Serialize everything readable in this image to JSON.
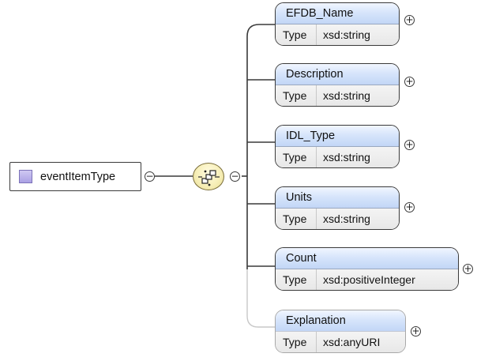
{
  "root": {
    "name": "eventItemType"
  },
  "type_label": "Type",
  "elements": [
    {
      "name": "EFDB_Name",
      "type": "xsd:string",
      "optional": false
    },
    {
      "name": "Description",
      "type": "xsd:string",
      "optional": false
    },
    {
      "name": "IDL_Type",
      "type": "xsd:string",
      "optional": false
    },
    {
      "name": "Units",
      "type": "xsd:string",
      "optional": false
    },
    {
      "name": "Count",
      "type": "xsd:positiveInteger",
      "optional": false
    },
    {
      "name": "Explanation",
      "type": "xsd:anyURI",
      "optional": true
    }
  ],
  "toggles": {
    "collapse": "−",
    "expand": "+"
  },
  "colors": {
    "header_gradient_top": "#f1f6ff",
    "header_gradient_bottom": "#c2d6f6",
    "root_icon": "#aaa0e4",
    "compositor_fill": "#f7efb8",
    "optional_connector": "#c8c8c8"
  },
  "icons": {
    "root": "complex-type-icon",
    "compositor": "sequence-compositor-icon"
  }
}
